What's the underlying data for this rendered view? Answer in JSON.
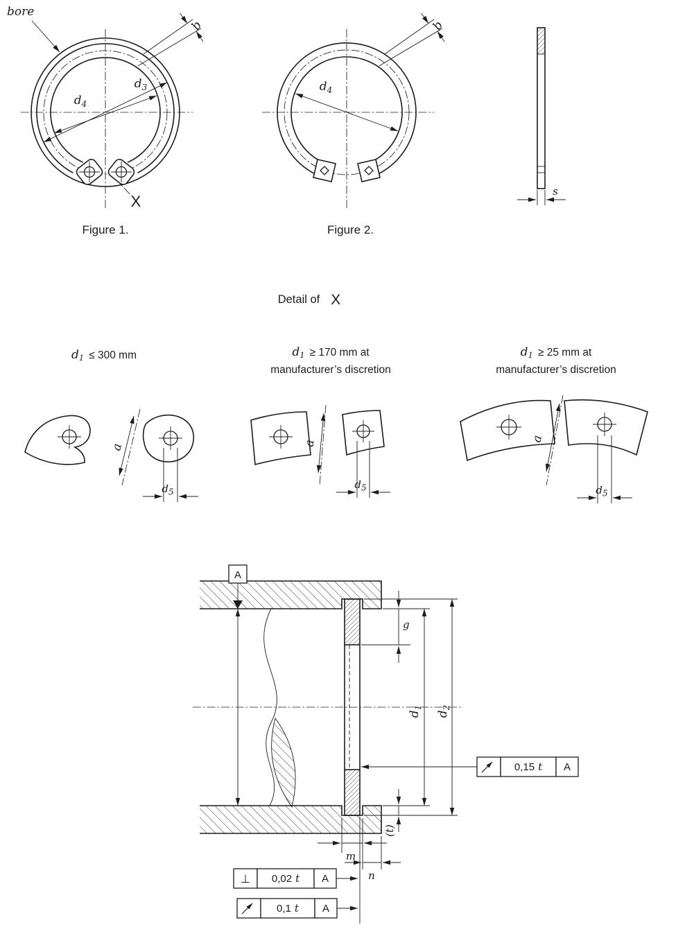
{
  "page": {
    "background": "#ffffff",
    "ink": "#1c1c1c"
  },
  "figure1": {
    "caption": "Figure 1.",
    "bore_label": "bore",
    "x_marker": "X",
    "dim_d4": {
      "base": "d",
      "sub": "4"
    },
    "dim_d3": {
      "base": "d",
      "sub": "3"
    },
    "dim_b": "b"
  },
  "figure2": {
    "caption": "Figure 2.",
    "dim_d4": {
      "base": "d",
      "sub": "4"
    },
    "dim_b": "b"
  },
  "side_view": {
    "dim_s": "s"
  },
  "detail": {
    "title": "Detail of",
    "x": "X",
    "variants": [
      {
        "d_base": "d",
        "d_sub": "1",
        "condition": "≤  300 mm",
        "line2": "",
        "dim_a": "a",
        "dim_d5": {
          "base": "d",
          "sub": "5"
        }
      },
      {
        "d_base": "d",
        "d_sub": "1",
        "condition": "≥ 170 mm at",
        "line2": "manufacturer’s discretion",
        "dim_a": "a",
        "dim_d5": {
          "base": "d",
          "sub": "5"
        }
      },
      {
        "d_base": "d",
        "d_sub": "1",
        "condition": "≥ 25 mm at",
        "line2": "manufacturer’s discretion",
        "dim_a": "a",
        "dim_d5": {
          "base": "d",
          "sub": "5"
        }
      }
    ]
  },
  "section": {
    "datum_label": "A",
    "dim_g": "g",
    "dim_d1": {
      "base": "d",
      "sub": "1"
    },
    "dim_d2": {
      "base": "d",
      "sub": "2"
    },
    "dim_t": "(t)",
    "dim_m": "m",
    "dim_n": "n",
    "tolerances": [
      {
        "symbol": "circular-runout",
        "value": "0,15",
        "ref": "t",
        "datum": "A"
      },
      {
        "symbol": "perpendicularity",
        "symbol_char": "⊥",
        "value": "0,02",
        "ref": "t",
        "datum": "A"
      },
      {
        "symbol": "circular-runout",
        "value": "0,1",
        "ref": "t",
        "datum": "A"
      }
    ]
  }
}
